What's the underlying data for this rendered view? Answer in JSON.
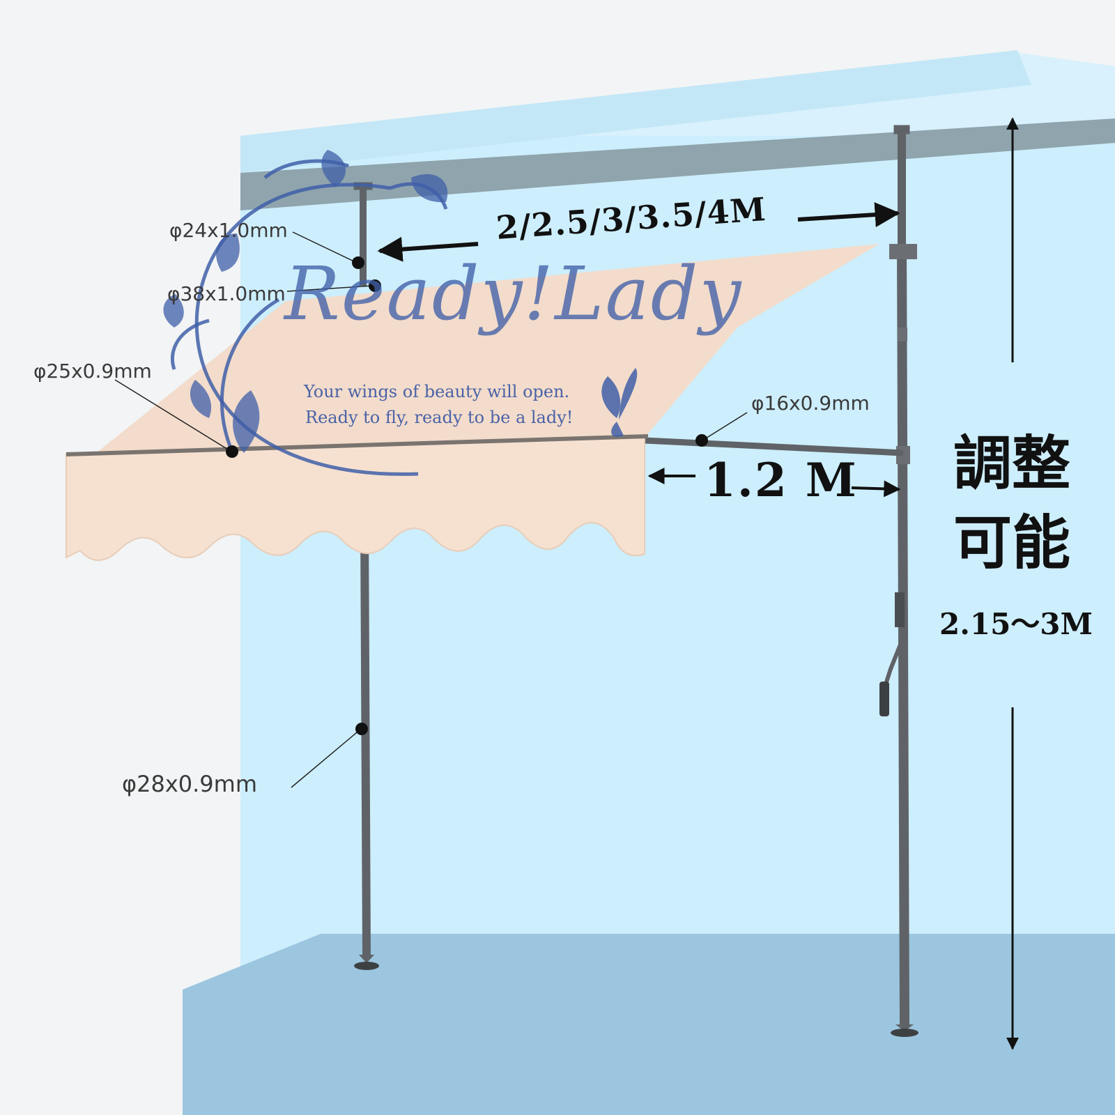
{
  "diagram": {
    "width_dimension": "2/2.5/3/3.5/4M",
    "depth_dimension": "1.2 M",
    "adjustable_line1": "調整",
    "adjustable_line2": "可能",
    "height_range": "2.15～3M",
    "pipe_labels": [
      {
        "id": "upper-post-pipe",
        "text": "φ24x1.0mm"
      },
      {
        "id": "upper-post-joint",
        "text": "φ38x1.0mm"
      },
      {
        "id": "front-roller-bar",
        "text": "φ25x0.9mm"
      },
      {
        "id": "side-arm",
        "text": "φ16x0.9mm"
      },
      {
        "id": "lower-post-pipe",
        "text": "φ28x0.9mm"
      }
    ]
  },
  "watermark": {
    "brand": "Ready!Lady",
    "tagline1": "Your wings of beauty will open.",
    "tagline2": "Ready to fly, ready to be a lady!"
  },
  "colors": {
    "wall": "#cdeefc",
    "ceiling_edge": "#8fa4ad",
    "floor": "#9cc6df",
    "canopy": "#f3dccb",
    "pole": "#5f6367",
    "watermark": "#3f5fa8"
  }
}
